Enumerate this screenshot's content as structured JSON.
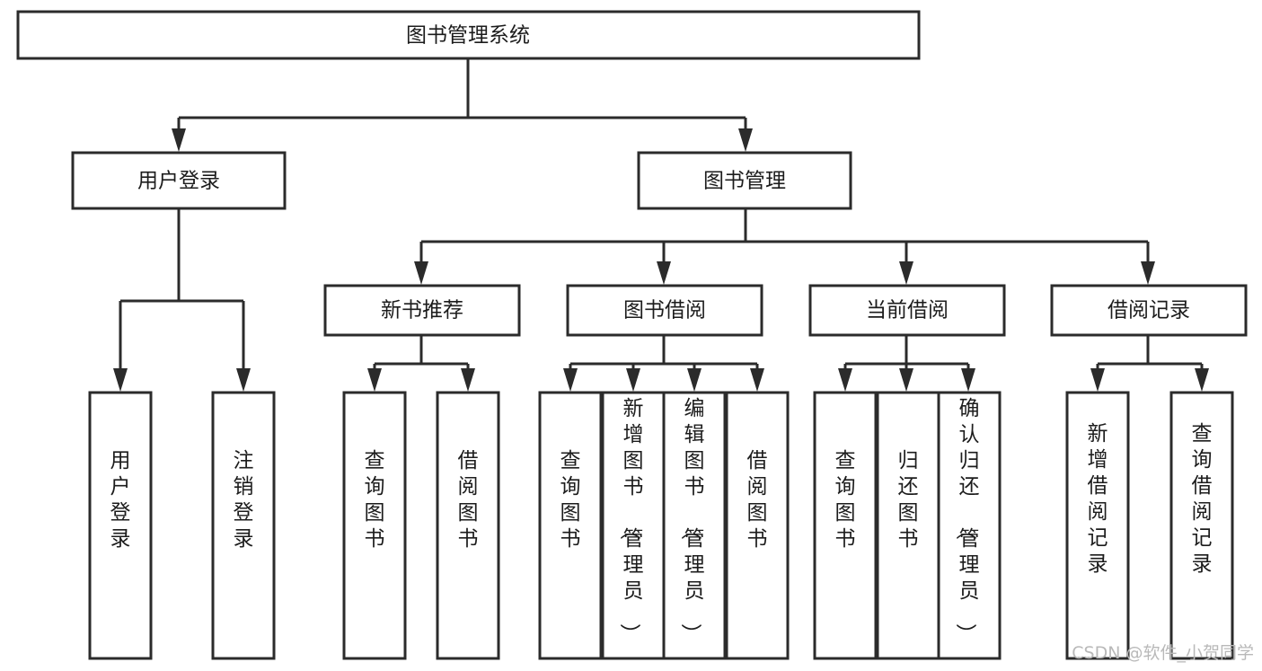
{
  "diagram": {
    "title": "图书管理系统",
    "type": "tree-structure-chart",
    "root": {
      "id": "root",
      "label": "图书管理系统",
      "orientation": "horizontal"
    },
    "level1": [
      {
        "id": "user-login",
        "label": "用户登录",
        "orientation": "horizontal"
      },
      {
        "id": "book-manage",
        "label": "图书管理",
        "orientation": "horizontal"
      }
    ],
    "level2": [
      {
        "id": "new-book-recommend",
        "label": "新书推荐",
        "parent": "book-manage",
        "orientation": "horizontal"
      },
      {
        "id": "book-borrow",
        "label": "图书借阅",
        "parent": "book-manage",
        "orientation": "horizontal"
      },
      {
        "id": "current-borrow",
        "label": "当前借阅",
        "parent": "book-manage",
        "orientation": "horizontal"
      },
      {
        "id": "borrow-record",
        "label": "借阅记录",
        "parent": "book-manage",
        "orientation": "horizontal"
      }
    ],
    "leaves": [
      {
        "id": "leaf-user-login",
        "label": "用户登录",
        "parent": "user-login",
        "orientation": "vertical"
      },
      {
        "id": "leaf-user-logout",
        "label": "注销登录",
        "parent": "user-login",
        "orientation": "vertical"
      },
      {
        "id": "leaf-recommend-query",
        "label": "查询图书",
        "parent": "new-book-recommend",
        "orientation": "vertical"
      },
      {
        "id": "leaf-recommend-borrow",
        "label": "借阅图书",
        "parent": "new-book-recommend",
        "orientation": "vertical"
      },
      {
        "id": "leaf-borrow-query",
        "label": "查询图书",
        "parent": "book-borrow",
        "orientation": "vertical"
      },
      {
        "id": "leaf-borrow-add",
        "label": "新增图书（管理员）",
        "parent": "book-borrow",
        "orientation": "vertical"
      },
      {
        "id": "leaf-borrow-edit",
        "label": "编辑图书（管理员）",
        "parent": "book-borrow",
        "orientation": "vertical"
      },
      {
        "id": "leaf-borrow-lend",
        "label": "借阅图书",
        "parent": "book-borrow",
        "orientation": "vertical"
      },
      {
        "id": "leaf-current-query",
        "label": "查询图书",
        "parent": "current-borrow",
        "orientation": "vertical"
      },
      {
        "id": "leaf-current-return",
        "label": "归还图书",
        "parent": "current-borrow",
        "orientation": "vertical"
      },
      {
        "id": "leaf-current-confirm",
        "label": "确认归还（管理员）",
        "parent": "current-borrow",
        "orientation": "vertical"
      },
      {
        "id": "leaf-record-add",
        "label": "新增借阅记录",
        "parent": "borrow-record",
        "orientation": "vertical"
      },
      {
        "id": "leaf-record-query",
        "label": "查询借阅记录",
        "parent": "borrow-record",
        "orientation": "vertical"
      }
    ],
    "colors": {
      "background": "#ffffff",
      "box_fill": "#ffffff",
      "box_stroke": "#2b2b2b",
      "text": "#1c1c1c",
      "watermark": "#b9b9b9"
    }
  },
  "watermark": {
    "text": "CSDN @软件_小贺同学"
  }
}
